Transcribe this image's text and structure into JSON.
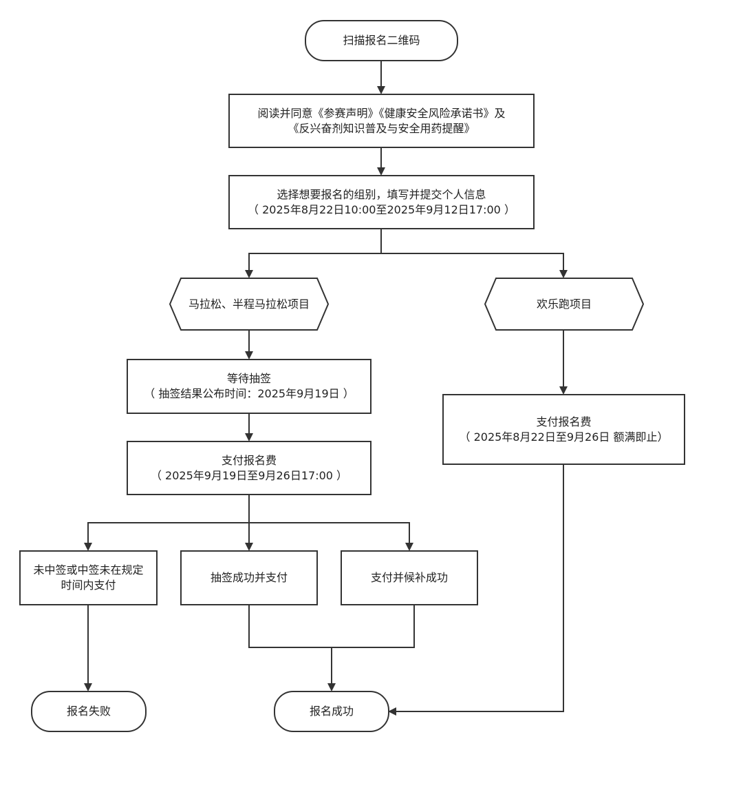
{
  "nodes": {
    "scan_qr": "扫描报名二维码",
    "read_agree": {
      "line1": "阅读并同意《参赛声明》《健康安全风险承诺书》及",
      "line2": "《反兴奋剂知识普及与安全用药提醒》"
    },
    "choose_group": {
      "line1": "选择想要报名的组别，填写并提交个人信息",
      "line2": "（ 2025年8月22日10:00至2025年9月12日17:00 ）"
    },
    "marathon": "马拉松、半程马拉松项目",
    "fun_run": "欢乐跑项目",
    "wait_lottery": {
      "line1": "等待抽签",
      "line2": "（ 抽签结果公布时间：2025年9月19日 ）"
    },
    "pay_fee_marathon": {
      "line1": "支付报名费",
      "line2": "（ 2025年9月19日至9月26日17:00 ）"
    },
    "pay_fee_fun": {
      "line1": "支付报名费",
      "line2": "（ 2025年8月22日至9月26日 额满即止）"
    },
    "not_selected": {
      "line1": "未中签或中签未在规定",
      "line2": "时间内支付"
    },
    "selected_paid": "抽签成功并支付",
    "waitlist_paid": "支付并候补成功",
    "reg_failed": "报名失败",
    "reg_success": "报名成功"
  },
  "style": {
    "stroke_color": "#333333"
  }
}
